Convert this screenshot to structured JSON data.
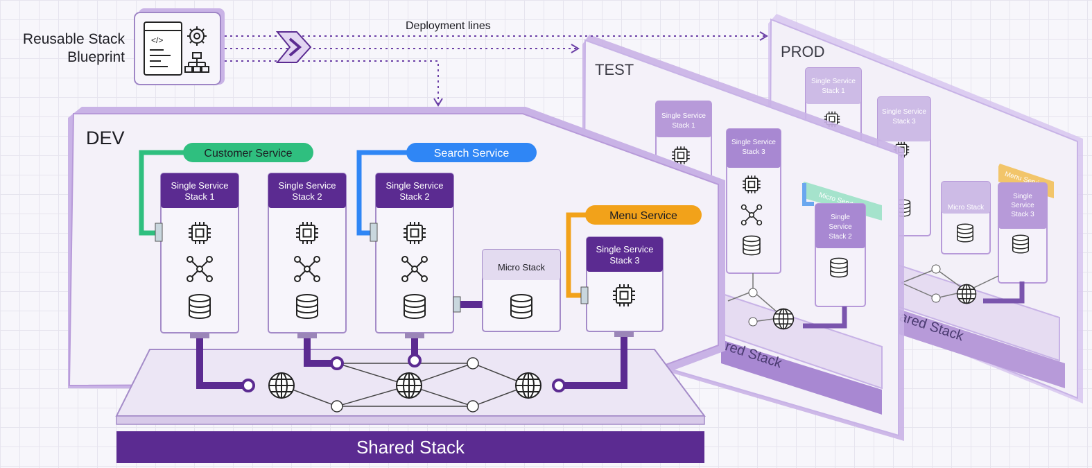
{
  "blueprint": {
    "line1": "Reusable Stack",
    "line2": "Blueprint",
    "icon": "code-settings-hierarchy-icon"
  },
  "deployment_label": "Deployment lines",
  "colors": {
    "purple_dark": "#5b2b91",
    "purple_light": "#c9b3e6",
    "customer_service": "#2fbf7f",
    "search_service": "#2f86f5",
    "menu_service": "#f2a21a"
  },
  "environments": {
    "dev": {
      "title": "DEV",
      "services": {
        "customer": "Customer Service",
        "search": "Search Service",
        "menu": "Menu Service"
      },
      "stacks": {
        "s1_line1": "Single Service",
        "s1_line2": "Stack 1",
        "s2_line1": "Single Service",
        "s2_line2": "Stack 2",
        "s3_line1": "Single Service",
        "s3_line2": "Stack 2",
        "micro": "Micro Stack",
        "s4_line1": "Single Service",
        "s4_line2": "Stack 3"
      },
      "shared": "Shared Stack"
    },
    "test": {
      "title": "TEST",
      "stacks": {
        "a_line1": "Single Service",
        "a_line2": "Stack 1",
        "b_line1": "Single Service",
        "b_line2": "Stack 3",
        "c_line1": "Single",
        "c_line2": "Service",
        "c_line3": "Stack 2"
      },
      "service": "Micro Servtse",
      "shared": "Shared Stack"
    },
    "prod": {
      "title": "PROD",
      "stacks": {
        "a_line1": "Single Service",
        "a_line2": "Stack 1",
        "b_line1": "Single Service",
        "b_line2": "Stack 3",
        "c": "Micro Stack",
        "d_line1": "Single",
        "d_line2": "Service",
        "d_line3": "Stack 3"
      },
      "service": "Menu Service",
      "shared": "Shared Stack"
    }
  }
}
